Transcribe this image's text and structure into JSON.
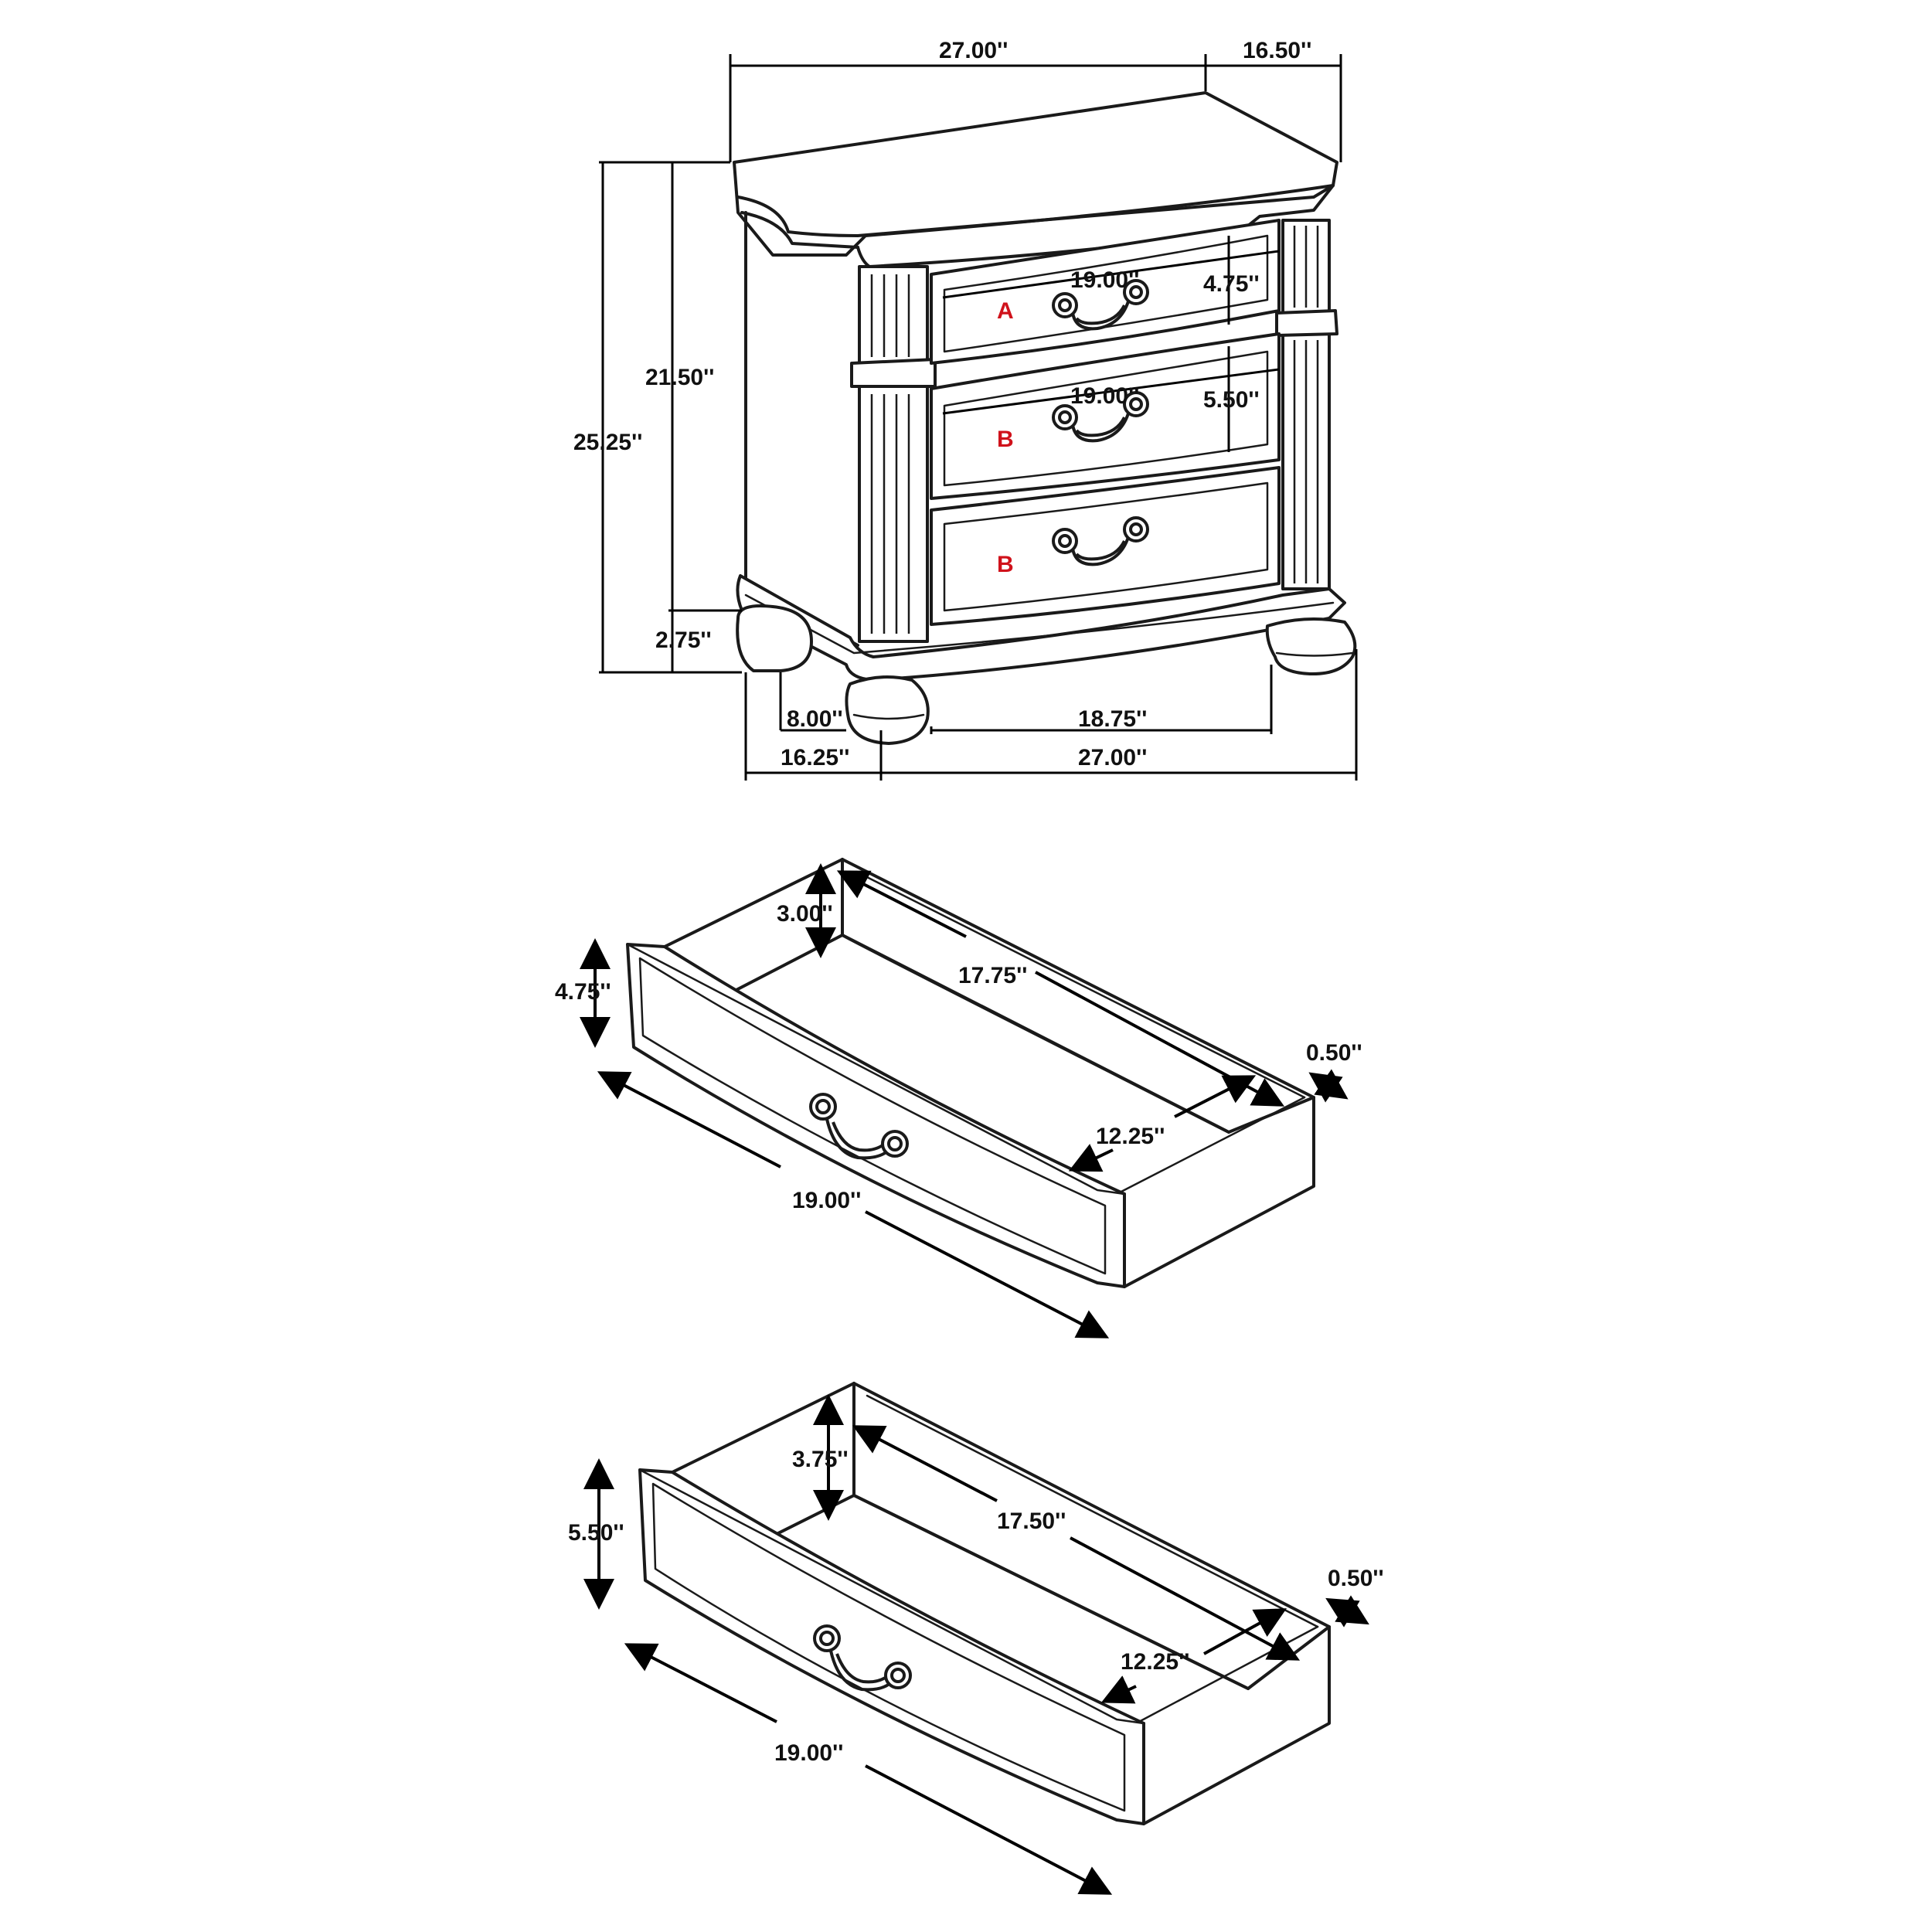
{
  "nightstand": {
    "top_width": "27.00''",
    "top_depth": "16.50''",
    "case_height": "21.50''",
    "overall_height": "25.25''",
    "foot_height": "2.75''",
    "foot_depth": "8.00''",
    "between_feet": "18.75''",
    "base_depth": "16.25''",
    "base_width": "27.00''",
    "drawer_a_width": "19.00''",
    "drawer_a_height": "4.75''",
    "drawer_b_width": "19.00''",
    "drawer_b_height": "5.50''",
    "drawer_labels": [
      "A",
      "B",
      "B"
    ]
  },
  "drawer_a": {
    "front_height": "4.75''",
    "inner_height": "3.00''",
    "inner_depth": "17.75''",
    "inner_width": "12.25''",
    "panel_thickness": "0.50''",
    "front_width": "19.00''"
  },
  "drawer_b": {
    "front_height": "5.50''",
    "inner_height": "3.75''",
    "inner_depth": "17.50''",
    "inner_width": "12.25''",
    "panel_thickness": "0.50''",
    "front_width": "19.00''"
  },
  "colors": {
    "line": "#1a1a1a",
    "label_red": "#d0121b"
  }
}
